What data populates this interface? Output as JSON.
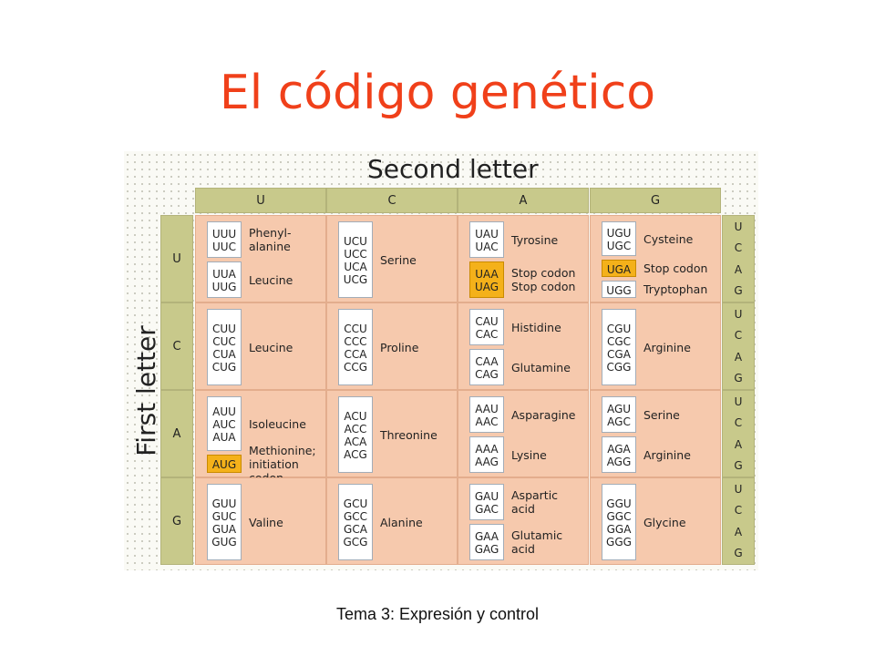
{
  "title": "El código genético",
  "footer": "Tema 3: Expresión y control",
  "colors": {
    "title": "#f0401a",
    "header_bg": "#c8c98b",
    "cell_bg": "#f6c9ad",
    "highlight": "#f4b11a"
  },
  "axis": {
    "second_letter": "Second letter",
    "first_letter": "First letter"
  },
  "columns": [
    "U",
    "C",
    "A",
    "G"
  ],
  "rows": [
    {
      "label": "U",
      "third": [
        "U",
        "C",
        "A",
        "G"
      ],
      "cells": [
        {
          "boxes": [
            {
              "codons": [
                "UUU",
                "UUC"
              ],
              "aa": "Phenyl-\nalanine"
            },
            {
              "codons": [
                "UUA",
                "UUG"
              ],
              "aa": "Leucine"
            }
          ]
        },
        {
          "boxes": [
            {
              "codons": [
                "UCU",
                "UCC",
                "UCA",
                "UCG"
              ],
              "aa": "Serine"
            }
          ]
        },
        {
          "boxes": [
            {
              "codons": [
                "UAU",
                "UAC"
              ],
              "aa": "Tyrosine"
            },
            {
              "codons": [
                "UAA",
                "UAG"
              ],
              "aa": "Stop codon\nStop codon",
              "highlight": true
            }
          ]
        },
        {
          "boxes": [
            {
              "codons": [
                "UGU",
                "UGC"
              ],
              "aa": "Cysteine"
            },
            {
              "codons": [
                "UGA"
              ],
              "aa": "Stop codon",
              "highlight": true
            },
            {
              "codons": [
                "UGG"
              ],
              "aa": "Tryptophan"
            }
          ]
        }
      ]
    },
    {
      "label": "C",
      "third": [
        "U",
        "C",
        "A",
        "G"
      ],
      "cells": [
        {
          "boxes": [
            {
              "codons": [
                "CUU",
                "CUC",
                "CUA",
                "CUG"
              ],
              "aa": "Leucine"
            }
          ]
        },
        {
          "boxes": [
            {
              "codons": [
                "CCU",
                "CCC",
                "CCA",
                "CCG"
              ],
              "aa": "Proline"
            }
          ]
        },
        {
          "boxes": [
            {
              "codons": [
                "CAU",
                "CAC"
              ],
              "aa": "Histidine"
            },
            {
              "codons": [
                "CAA",
                "CAG"
              ],
              "aa": "Glutamine"
            }
          ]
        },
        {
          "boxes": [
            {
              "codons": [
                "CGU",
                "CGC",
                "CGA",
                "CGG"
              ],
              "aa": "Arginine"
            }
          ]
        }
      ]
    },
    {
      "label": "A",
      "third": [
        "U",
        "C",
        "A",
        "G"
      ],
      "cells": [
        {
          "boxes": [
            {
              "codons": [
                "AUU",
                "AUC",
                "AUA"
              ],
              "aa": "Isoleucine"
            },
            {
              "codons": [
                "AUG"
              ],
              "aa": "Methionine;\ninitiation\ncodon",
              "highlight": true
            }
          ]
        },
        {
          "boxes": [
            {
              "codons": [
                "ACU",
                "ACC",
                "ACA",
                "ACG"
              ],
              "aa": "Threonine"
            }
          ]
        },
        {
          "boxes": [
            {
              "codons": [
                "AAU",
                "AAC"
              ],
              "aa": "Asparagine"
            },
            {
              "codons": [
                "AAA",
                "AAG"
              ],
              "aa": "Lysine"
            }
          ]
        },
        {
          "boxes": [
            {
              "codons": [
                "AGU",
                "AGC"
              ],
              "aa": "Serine"
            },
            {
              "codons": [
                "AGA",
                "AGG"
              ],
              "aa": "Arginine"
            }
          ]
        }
      ]
    },
    {
      "label": "G",
      "third": [
        "U",
        "C",
        "A",
        "G"
      ],
      "cells": [
        {
          "boxes": [
            {
              "codons": [
                "GUU",
                "GUC",
                "GUA",
                "GUG"
              ],
              "aa": "Valine"
            }
          ]
        },
        {
          "boxes": [
            {
              "codons": [
                "GCU",
                "GCC",
                "GCA",
                "GCG"
              ],
              "aa": "Alanine"
            }
          ]
        },
        {
          "boxes": [
            {
              "codons": [
                "GAU",
                "GAC"
              ],
              "aa": "Aspartic\nacid"
            },
            {
              "codons": [
                "GAA",
                "GAG"
              ],
              "aa": "Glutamic\nacid"
            }
          ]
        },
        {
          "boxes": [
            {
              "codons": [
                "GGU",
                "GGC",
                "GGA",
                "GGG"
              ],
              "aa": "Glycine"
            }
          ]
        }
      ]
    }
  ]
}
